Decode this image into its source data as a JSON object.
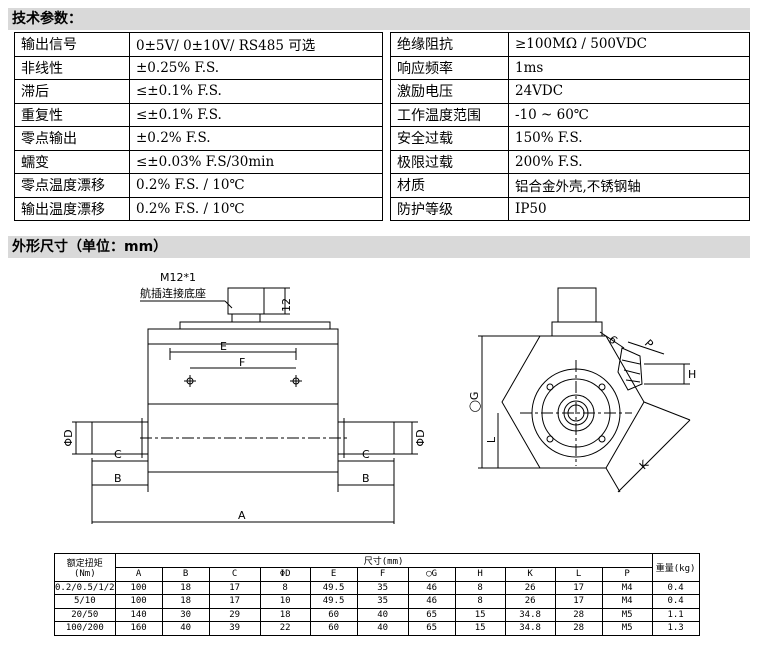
{
  "spec_title": "技术参数：",
  "spec_rows": [
    {
      "l_name": "输出信号",
      "l_val": "0±5V/ 0±10V/ RS485 可选",
      "r_name": "绝缘阻抗",
      "r_val": "≥100MΩ / 500VDC"
    },
    {
      "l_name": "非线性",
      "l_val": "±0.25% F.S.",
      "r_name": "响应频率",
      "r_val": "1ms"
    },
    {
      "l_name": "滞后",
      "l_val": "≤±0.1% F.S.",
      "r_name": "激励电压",
      "r_val": "24VDC"
    },
    {
      "l_name": "重复性",
      "l_val": "≤±0.1% F.S.",
      "r_name": "工作温度范围",
      "r_val": "-10 ~ 60℃"
    },
    {
      "l_name": "零点输出",
      "l_val": "±0.2% F.S.",
      "r_name": "安全过载",
      "r_val": "150% F.S."
    },
    {
      "l_name": "蠕变",
      "l_val": "≤±0.03% F.S/30min",
      "r_name": "极限过载",
      "r_val": "200% F.S."
    },
    {
      "l_name": "零点温度漂移",
      "l_val": "0.2% F.S. / 10℃",
      "r_name": "材质",
      "r_val": "铝合金外壳,不锈钢轴"
    },
    {
      "l_name": "输出温度漂移",
      "l_val": "0.2% F.S. / 10℃",
      "r_name": "防护等级",
      "r_val": "IP50"
    }
  ],
  "dim_title": "外形尺寸（单位：mm）",
  "drawing": {
    "connector_line1": "M12*1",
    "connector_line2": "航插连接底座",
    "lbl_12": "12",
    "lbl_E": "E",
    "lbl_F": "F",
    "lbl_phiD": "ΦD",
    "lbl_C": "C",
    "lbl_B": "B",
    "lbl_A": "A",
    "lbl_G": "◯G",
    "lbl_L": "L",
    "lbl_6": "6",
    "lbl_P": "P",
    "lbl_H": "H",
    "lbl_K": "K"
  },
  "dims": {
    "rated_label_1": "额定扭矩",
    "rated_label_2": "(Nm)",
    "size_label": "尺寸(mm)",
    "weight_label": "重量(kg)",
    "columns": [
      "A",
      "B",
      "C",
      "ΦD",
      "E",
      "F",
      "◯G",
      "H",
      "K",
      "L",
      "P"
    ],
    "rows": [
      {
        "torque": "0.2/0.5/1/2",
        "values": [
          "100",
          "18",
          "17",
          "8",
          "49.5",
          "35",
          "46",
          "8",
          "26",
          "17",
          "M4"
        ],
        "weight": "0.4"
      },
      {
        "torque": "5/10",
        "values": [
          "100",
          "18",
          "17",
          "10",
          "49.5",
          "35",
          "46",
          "8",
          "26",
          "17",
          "M4"
        ],
        "weight": "0.4"
      },
      {
        "torque": "20/50",
        "values": [
          "140",
          "30",
          "29",
          "18",
          "60",
          "40",
          "65",
          "15",
          "34.8",
          "28",
          "M5"
        ],
        "weight": "1.1"
      },
      {
        "torque": "100/200",
        "values": [
          "160",
          "40",
          "39",
          "22",
          "60",
          "40",
          "65",
          "15",
          "34.8",
          "28",
          "M5"
        ],
        "weight": "1.3"
      }
    ]
  }
}
